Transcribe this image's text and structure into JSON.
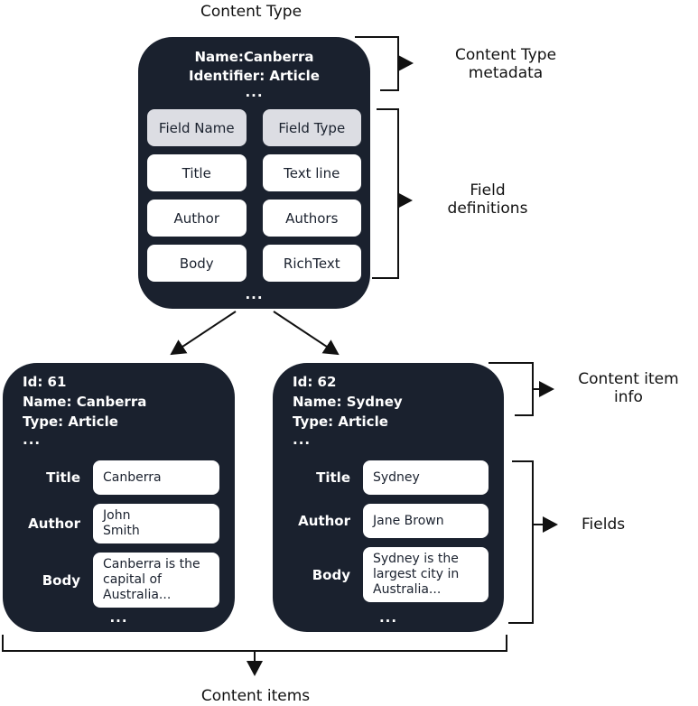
{
  "title": "Content Type",
  "colors": {
    "card_bg": "#1a212e",
    "chip_header_bg": "#dcdde3",
    "chip_bg": "#ffffff",
    "line": "#111111"
  },
  "content_type": {
    "name_line": "Name:Canberra",
    "identifier_line": "Identifier: Article",
    "ellipsis": "...",
    "field_table": {
      "header": {
        "name": "Field Name",
        "type": "Field Type"
      },
      "rows": [
        {
          "name": "Title",
          "type": "Text line"
        },
        {
          "name": "Author",
          "type": "Authors"
        },
        {
          "name": "Body",
          "type": "RichText"
        }
      ]
    }
  },
  "annotations": {
    "content_type_metadata": "Content Type metadata",
    "field_definitions": "Field definitions",
    "content_item_info": "Content item info",
    "fields": "Fields",
    "content_items": "Content items"
  },
  "items": [
    {
      "id_line": "Id: 61",
      "name_line": "Name: Canberra",
      "type_line": "Type: Article",
      "ellipsis": "...",
      "fields": [
        {
          "label": "Title",
          "value": "Canberra"
        },
        {
          "label": "Author",
          "value": "John\nSmith"
        },
        {
          "label": "Body",
          "value": "Canberra is the capital of Australia..."
        }
      ]
    },
    {
      "id_line": "Id: 62",
      "name_line": "Name: Sydney",
      "type_line": "Type: Article",
      "ellipsis": "...",
      "fields": [
        {
          "label": "Title",
          "value": "Sydney"
        },
        {
          "label": "Author",
          "value": "Jane Brown"
        },
        {
          "label": "Body",
          "value": "Sydney is the largest city in Australia..."
        }
      ]
    }
  ]
}
